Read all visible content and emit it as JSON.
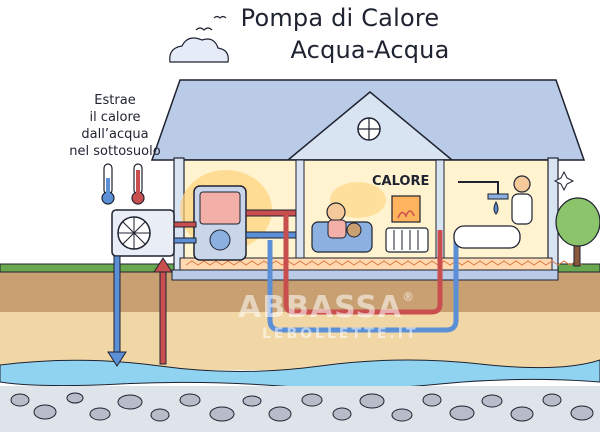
{
  "title": {
    "line1": "Pompa di Calore",
    "line2": "Acqua-Acqua"
  },
  "note": {
    "line1": "Estrae",
    "line2": "il calore",
    "line3": "dall’acqua",
    "line4": "nel sottosuolo"
  },
  "heat_label": "CALORE",
  "watermark": {
    "brand": "ABBASSA",
    "registered": "®",
    "sub": "LEBOLLETTE.IT"
  },
  "colors": {
    "roof": "#b9cbe6",
    "wall": "#d9e4f3",
    "interior": "#fff3d0",
    "warm_glow": "#ffd27a",
    "pipe_red": "#c94f4f",
    "pipe_blue": "#5b8fd6",
    "soil": "#c9a072",
    "sand": "#f2d7a6",
    "groundwater": "#8fd3f0",
    "gravel": "#b7bcc8",
    "grass": "#6aa84f",
    "outline": "#1f2230"
  }
}
